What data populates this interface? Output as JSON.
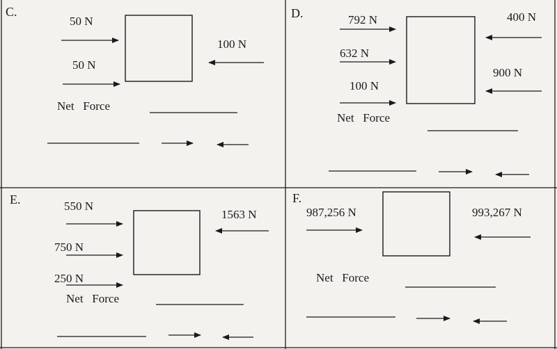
{
  "worksheet": {
    "problems": [
      {
        "label": "C.",
        "forces": [
          "50 N",
          "50 N",
          "100 N"
        ],
        "net_force_label": "Net   Force"
      },
      {
        "label": "D.",
        "forces": [
          "792 N",
          "632 N",
          "100 N",
          "400 N",
          "900 N"
        ],
        "net_force_label": "Net   Force"
      },
      {
        "label": "E.",
        "forces": [
          "550 N",
          "750 N",
          "250 N",
          "1563 N"
        ],
        "net_force_label": "Net   Force"
      },
      {
        "label": "F.",
        "forces": [
          "987,256 N",
          "993,267 N"
        ],
        "net_force_label": "Net   Force"
      }
    ]
  }
}
